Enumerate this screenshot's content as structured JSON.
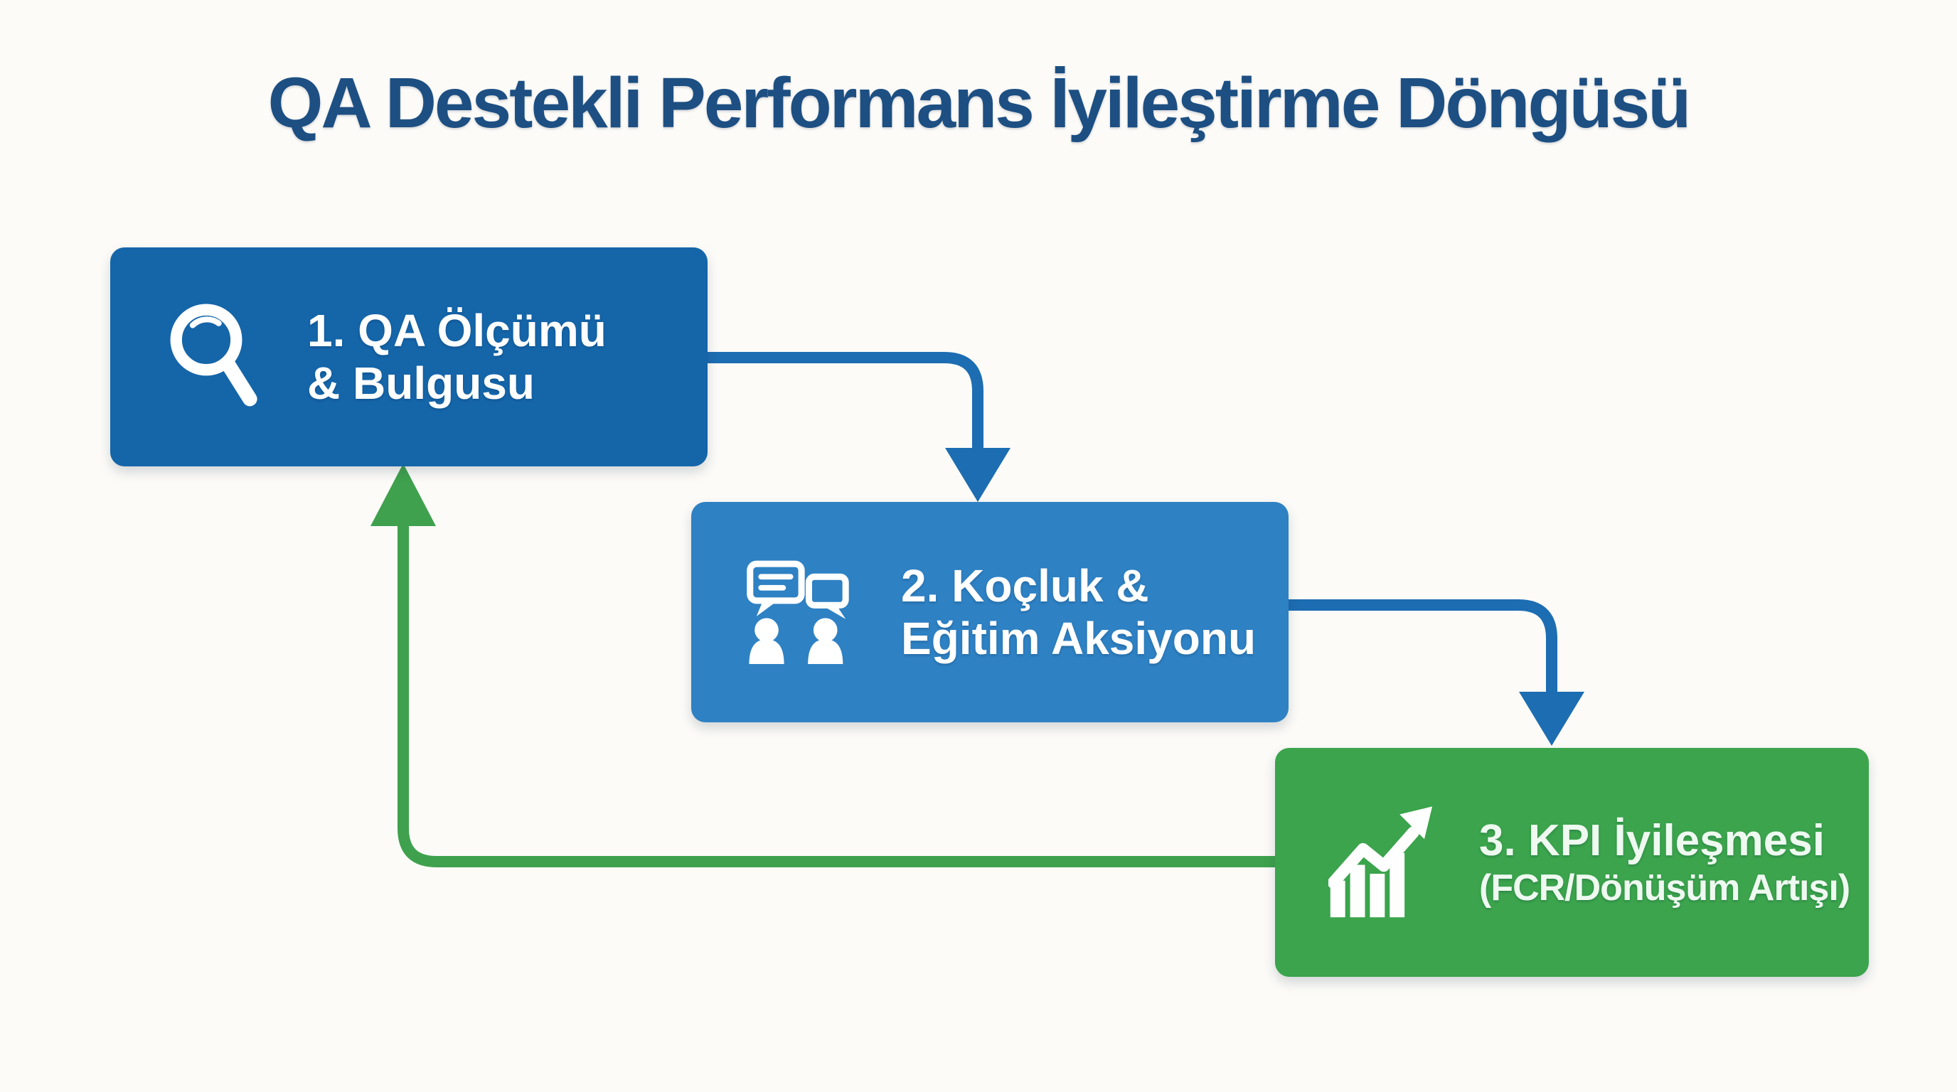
{
  "title": "QA Destekli Performans İyileştirme Döngüsü",
  "steps": [
    {
      "line1": "1. QA Ölçümü",
      "line2": "& Bulgusu",
      "icon": "magnifier-search-icon",
      "bg": "#1565a9"
    },
    {
      "line1": "2. Koçluk &",
      "line2": "Eğitim Aksiyonu",
      "icon": "coaching-chat-people-icon",
      "bg": "#2e81c3"
    },
    {
      "line1": "3. KPI İyileşmesi",
      "line2": "(FCR/Dönüşüm Artışı)",
      "icon": "growth-chart-arrow-icon",
      "bg": "#3ba44c"
    }
  ],
  "colors": {
    "background": "#fcfbf8",
    "title": "#1d4f82",
    "arrow_blue": "#1d6db2",
    "arrow_green": "#3fa14d",
    "step1_bg": "#1565a9",
    "step2_bg": "#2e81c3",
    "step3_bg": "#3ba44c",
    "step_text": "#ffffff",
    "step3_text": "#eef9f0",
    "icon": "#ffffff"
  }
}
